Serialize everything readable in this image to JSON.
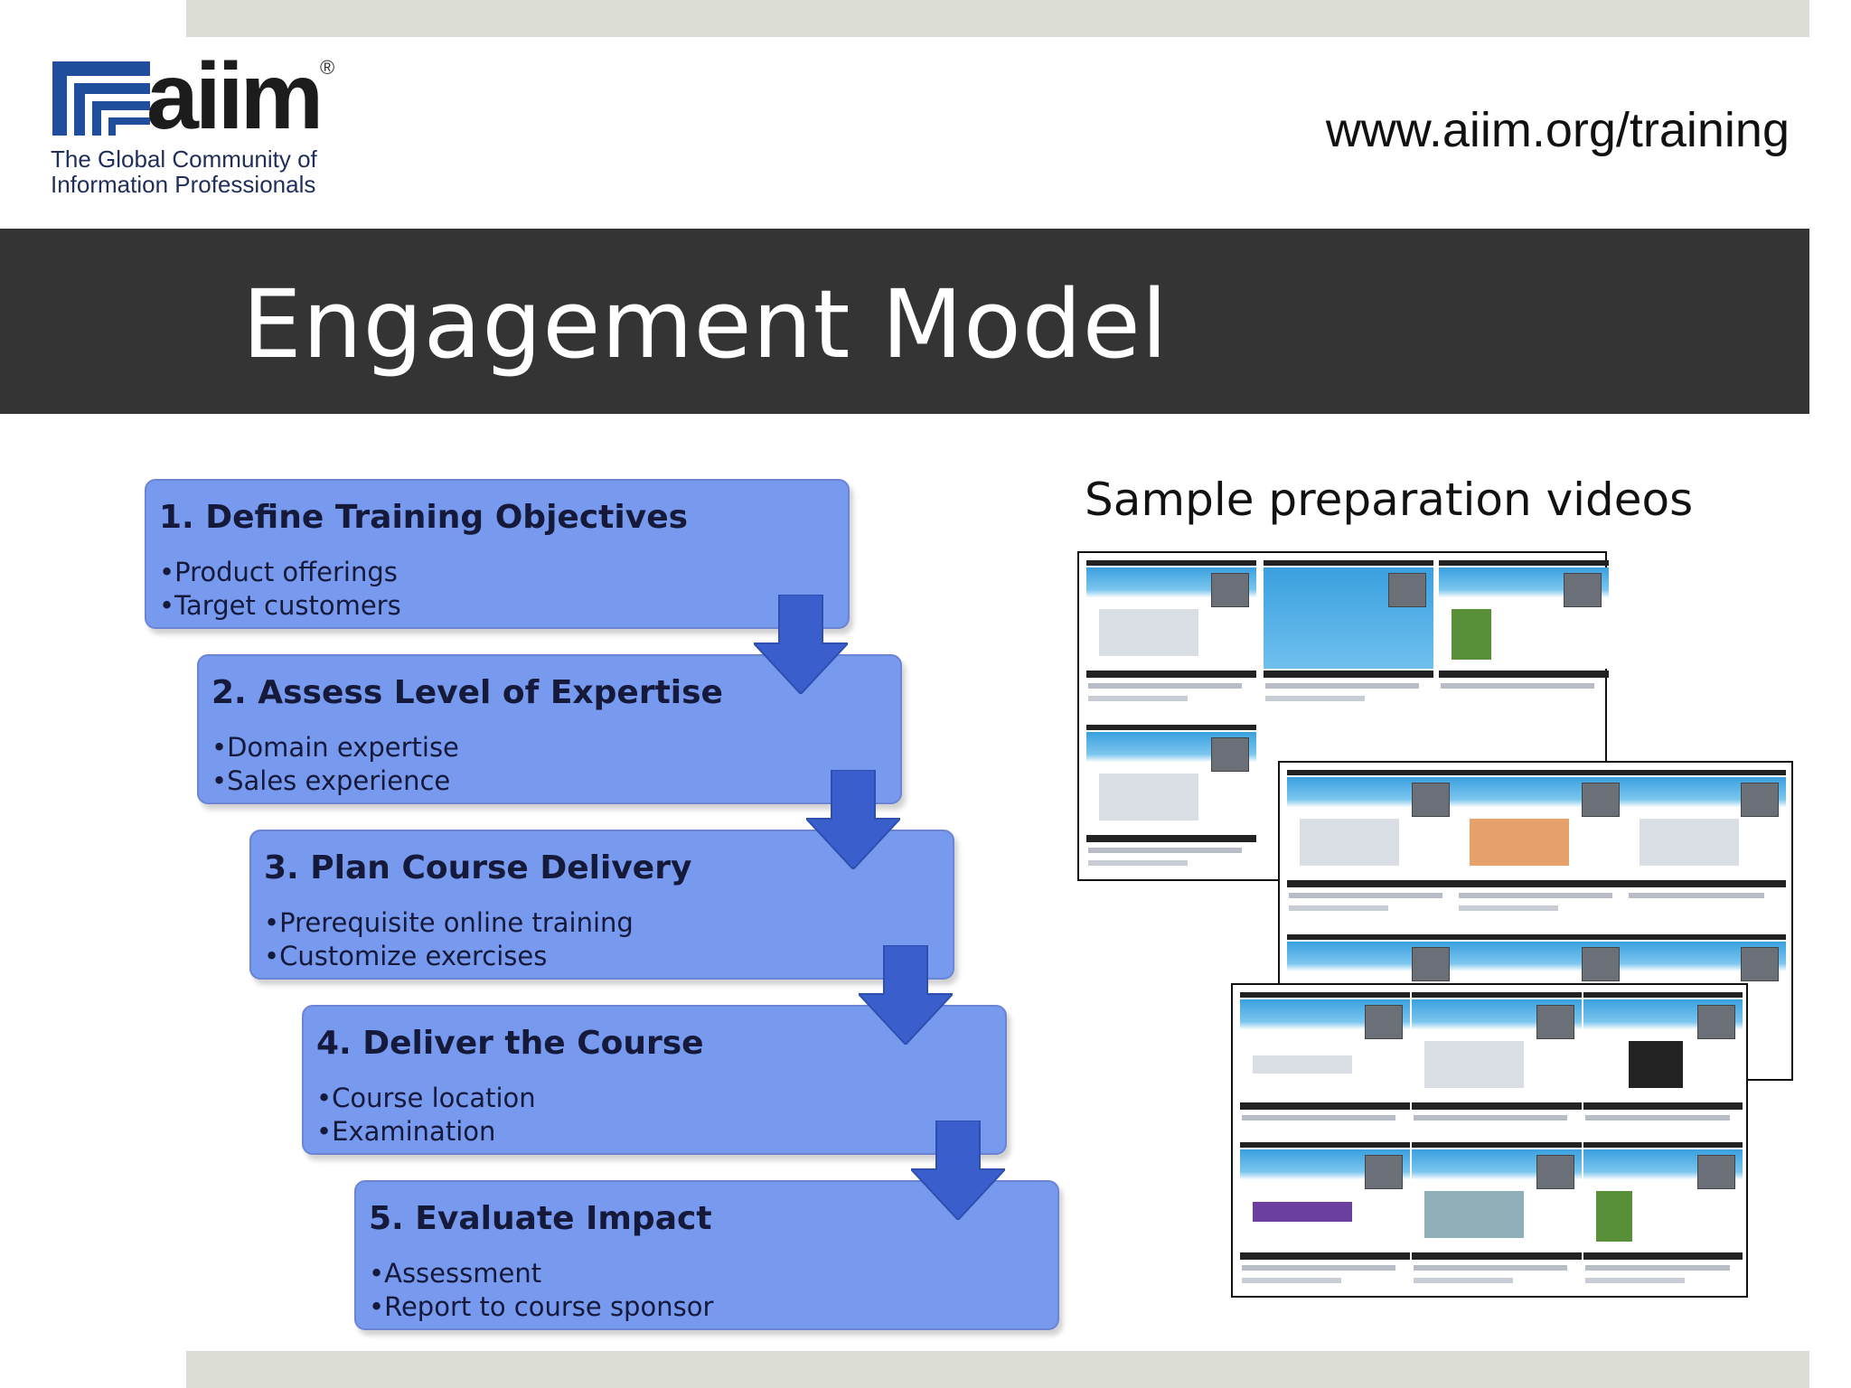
{
  "header": {
    "logo_word": "aiim",
    "logo_registered": "®",
    "logo_tagline_1": "The Global Community of",
    "logo_tagline_2": "Information Professionals",
    "url": "www.aiim.org/training"
  },
  "slide": {
    "title": "Engagement Model"
  },
  "steps": [
    {
      "heading": "1. Define Training Objectives",
      "bullets": [
        "•Product offerings",
        "•Target customers"
      ]
    },
    {
      "heading": "2. Assess Level of Expertise",
      "bullets": [
        "•Domain expertise",
        "•Sales experience"
      ]
    },
    {
      "heading": "3. Plan Course Delivery",
      "bullets": [
        "•Prerequisite online training",
        "•Customize exercises"
      ]
    },
    {
      "heading": "4. Deliver the Course",
      "bullets": [
        "•Course location",
        "•Examination"
      ]
    },
    {
      "heading": "5. Evaluate Impact",
      "bullets": [
        "•Assessment",
        "•Report to course sponsor"
      ]
    }
  ],
  "videos": {
    "label": "Sample preparation videos"
  },
  "colors": {
    "brand_blue": "#1f4f9c",
    "step_fill": "#7799ee",
    "arrow_fill": "#3a5fcd",
    "title_bar": "#343434"
  }
}
